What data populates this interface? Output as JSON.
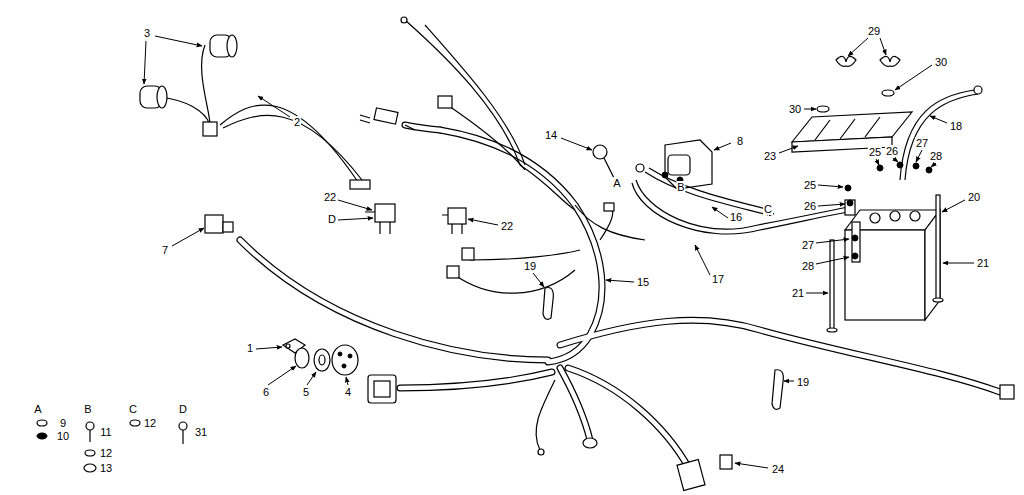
{
  "diagram": {
    "labels": [
      "3",
      "29",
      "30",
      "2",
      "14",
      "8",
      "30",
      "18",
      "23",
      "25",
      "26",
      "27",
      "28",
      "A",
      "B",
      "25",
      "20",
      "22",
      "26",
      "C",
      "16",
      "D",
      "22",
      "27",
      "7",
      "28",
      "21",
      "19",
      "17",
      "15",
      "21",
      "1",
      "19",
      "6",
      "5",
      "4",
      "A",
      "B",
      "C",
      "D",
      "9",
      "12",
      "10",
      "11",
      "31",
      "12",
      "13",
      "24"
    ]
  }
}
